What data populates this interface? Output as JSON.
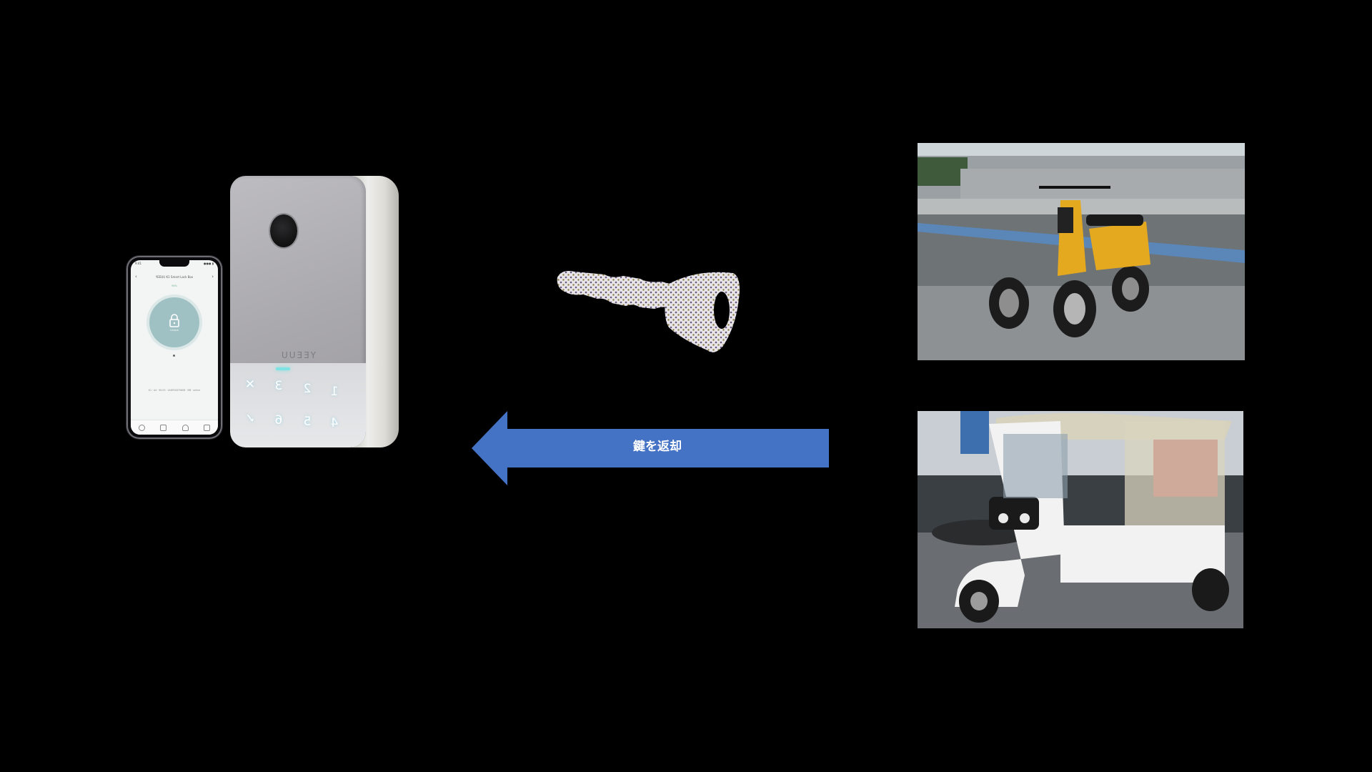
{
  "arrow": {
    "label": "鍵を返却",
    "color": "#4472c4"
  },
  "lockbox": {
    "brand": "YEEUU",
    "keypad_keys": [
      "1",
      "2",
      "3",
      "✕",
      "4",
      "5",
      "6",
      "✓"
    ],
    "led_color": "#7fe3e3"
  },
  "phone": {
    "status_time": "9:41",
    "status_right": "●●● ▮",
    "header_title": "YEEUU K1 Smart Lock Box",
    "battery": "98%",
    "lock_label": "Unlock",
    "info_text": "K1 · A4 · 90:93 · 1A6FE4D7560B · MB · online"
  },
  "icons": {
    "phone_back": "chevron-left-icon",
    "phone_menu": "chevron-right-icon",
    "phone_lock": "padlock-icon",
    "key": "key-icon",
    "arrow": "left-arrow-icon"
  },
  "colors": {
    "background": "#000000",
    "lockbox_body": "#a9a8ad",
    "scooter_body": "#e5a91f",
    "tuktuk_body": "#f2f2f2"
  }
}
